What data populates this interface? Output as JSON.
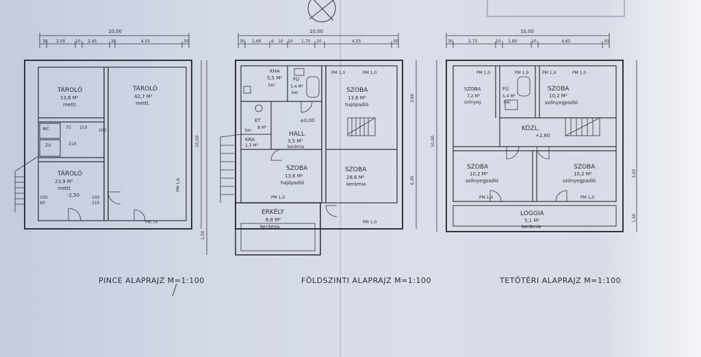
{
  "captions": {
    "basement": "PINCE  ALAPRAJZ M=1:100",
    "ground": "FÖLDSZINTI ALAPRAJZ M=1:100",
    "attic": "TETŐTÉRI  ALAPRAJZ  M=1:100"
  },
  "dims": {
    "overall": "10,00",
    "basement_top": [
      "30",
      "2,00",
      "10",
      "2,45",
      "30",
      "4,55",
      "30"
    ],
    "ground_top": [
      "30",
      "1,69",
      "6",
      "10",
      "10",
      "1,70",
      "10",
      "4,55",
      "30"
    ],
    "attic_top": [
      "30",
      "2,75",
      "10",
      "1,80",
      "10",
      "4,65",
      "30"
    ],
    "side_total": "10,00",
    "side_parts": [
      "3,00",
      "6,30",
      "3,00",
      "1,50"
    ]
  },
  "basement": {
    "rooms": [
      {
        "name": "TÁROLÓ",
        "area": "13,6 M²",
        "floor": "mettl."
      },
      {
        "name": "TÁROLÓ",
        "area": "42,7 M²",
        "floor": "mettl."
      },
      {
        "name": "TÁROLÓ",
        "area": "23,9 M²",
        "floor": "mettl."
      }
    ],
    "small": [
      "WC",
      "ZU",
      "-2,50",
      "PM 70",
      "PM 1,6"
    ],
    "marks": [
      "75",
      "210",
      "100",
      "210",
      "100",
      "60",
      "100",
      "210"
    ]
  },
  "ground": {
    "rooms": [
      {
        "name": "KHA",
        "area": "5,5 M²",
        "floor": "ker."
      },
      {
        "name": "FÜ",
        "area": "3,4 M²",
        "floor": "ker."
      },
      {
        "name": "SZOBA",
        "area": "13,6 M²",
        "floor": "hajópadló"
      },
      {
        "name": "ET",
        "area": "8 M²",
        "floor": "ker."
      },
      {
        "name": "HALL",
        "area": "3,5 M²",
        "floor": "kerámia"
      },
      {
        "name": "KRA",
        "area": "1,3 M²",
        "floor": ""
      },
      {
        "name": "SZOBA",
        "area": "13,6 M²",
        "floor": "hajópadló"
      },
      {
        "name": "SZOBA",
        "area": "28,6 M²",
        "floor": "kerámia"
      },
      {
        "name": "ERKÉLY",
        "area": "6,8 M²",
        "floor": "kerámia"
      }
    ],
    "small": [
      "±0,00",
      "PM 1,0",
      "PM 1,0",
      "PM 1,0",
      "PM 1,0"
    ]
  },
  "attic": {
    "rooms": [
      {
        "name": "SZOBA",
        "area": "7,2 M²",
        "floor": "szőnyeg"
      },
      {
        "name": "FÜ",
        "area": "5,4 M²",
        "floor": "ker."
      },
      {
        "name": "SZOBA",
        "area": "10,2 M²",
        "floor": "szőnyegpadló"
      },
      {
        "name": "KÖZL.",
        "area": "+2,80",
        "floor": ""
      },
      {
        "name": "SZOBA",
        "area": "10,2 M²",
        "floor": "szőnyegpadló"
      },
      {
        "name": "SZOBA",
        "area": "10,2 M²",
        "floor": "szőnyegpadló"
      },
      {
        "name": "LOGGIA",
        "area": "5,1 M²",
        "floor": "kerámia"
      }
    ],
    "small": [
      "PM 1,0",
      "PM 1,9",
      "PM 1,9",
      "PM 1,0",
      "PM 1,0",
      "PM 1,0"
    ]
  }
}
